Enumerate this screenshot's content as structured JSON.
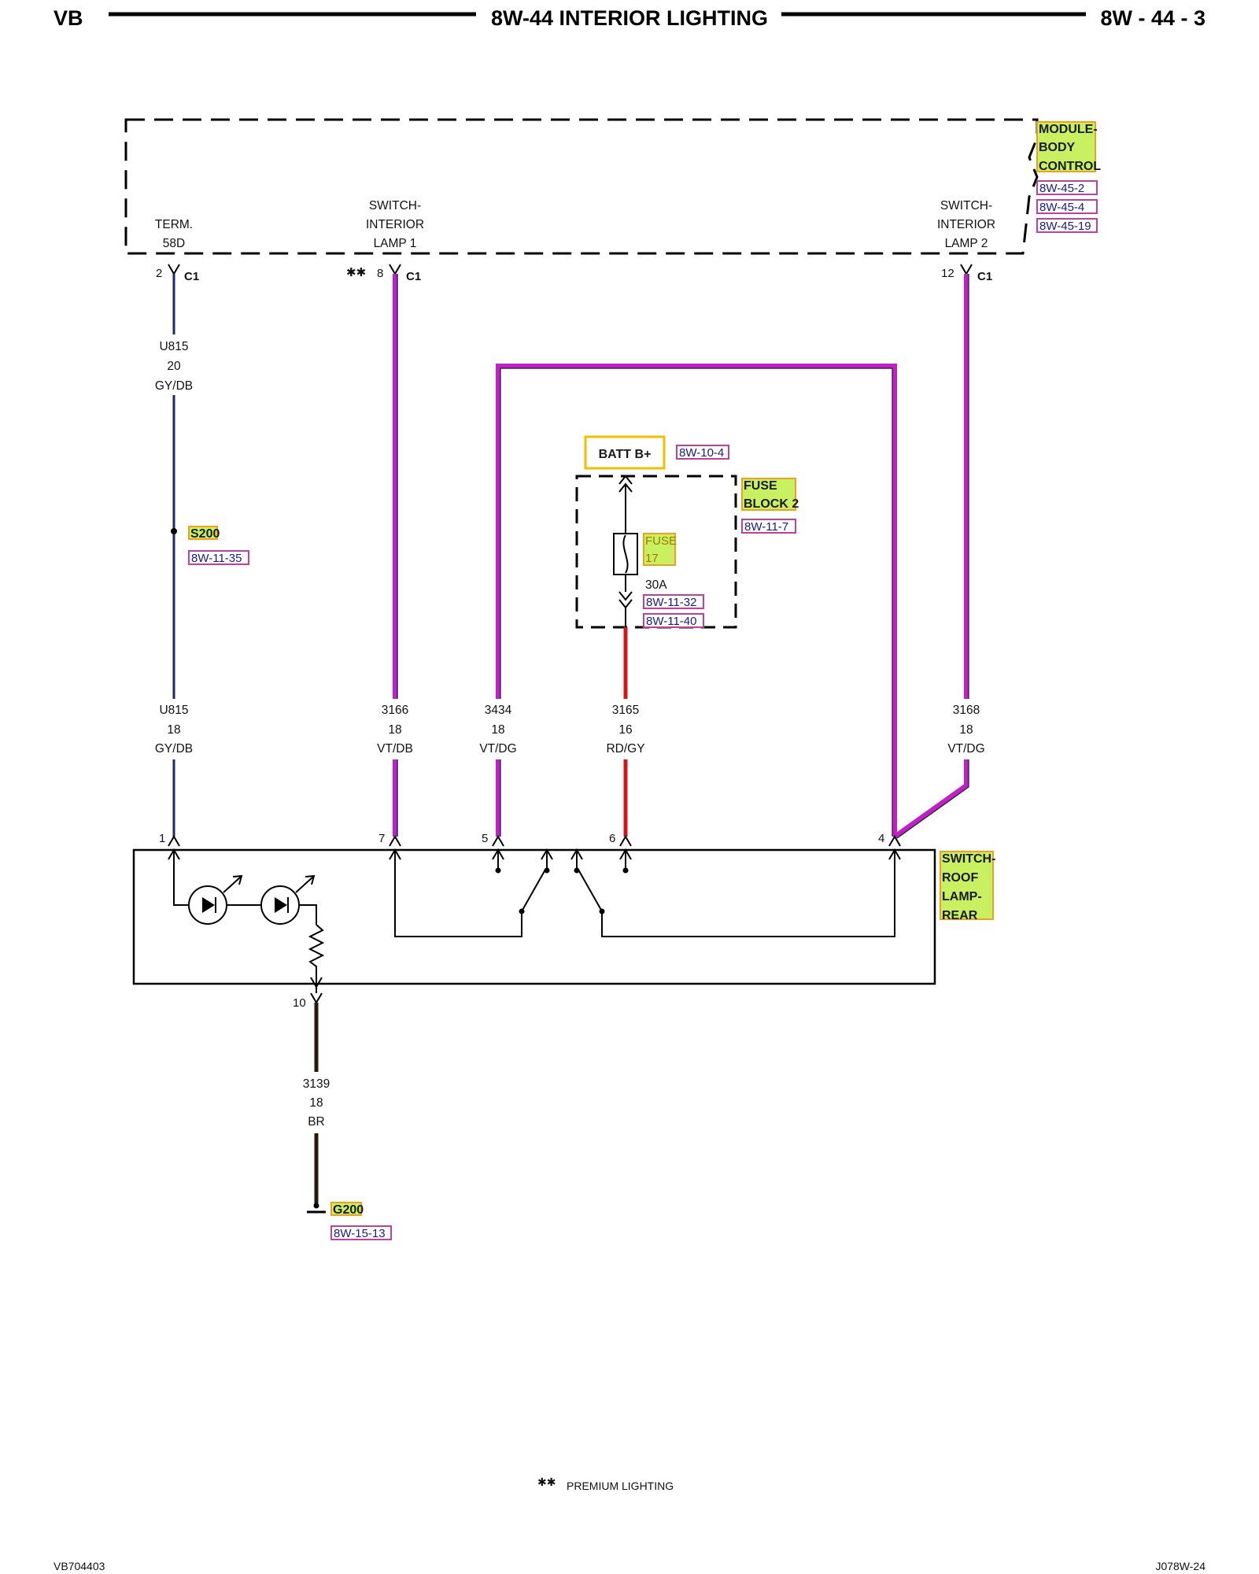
{
  "header": {
    "left": "VB",
    "title": "8W-44 INTERIOR LIGHTING",
    "page": "8W - 44 - 3"
  },
  "footer": {
    "left": "VB704403",
    "right": "J078W-24",
    "note_mark": "✱✱",
    "note_text": "PREMIUM LIGHTING"
  },
  "module": {
    "name": [
      "MODULE-",
      "BODY",
      "CONTROL"
    ],
    "refs": [
      "8W-45-2",
      "8W-45-4",
      "8W-45-19"
    ],
    "term_label": [
      "TERM.",
      "58D"
    ],
    "sw1_label": [
      "SWITCH-",
      "INTERIOR",
      "LAMP 1"
    ],
    "sw2_label": [
      "SWITCH-",
      "INTERIOR",
      "LAMP 2"
    ],
    "pin_a": "2",
    "pin_b": "8",
    "pin_c": "12",
    "connector": "C1",
    "premium_mark": "✱✱"
  },
  "wires": {
    "u815_top": [
      "U815",
      "20",
      "GY/DB"
    ],
    "u815_bottom": [
      "U815",
      "18",
      "GY/DB"
    ],
    "w3166": [
      "3166",
      "18",
      "VT/DB"
    ],
    "w3434": [
      "3434",
      "18",
      "VT/DG"
    ],
    "w3165": [
      "3165",
      "16",
      "RD/GY"
    ],
    "w3168": [
      "3168",
      "18",
      "VT/DG"
    ],
    "w3139": [
      "3139",
      "18",
      "BR"
    ]
  },
  "splice": {
    "name": "S200",
    "ref": "8W-11-35"
  },
  "battery": {
    "label": "BATT B+",
    "ref": "8W-10-4"
  },
  "fuse_block": {
    "name": [
      "FUSE",
      "BLOCK 2"
    ],
    "ref": "8W-11-7",
    "fuse_name": [
      "FUSE",
      "17"
    ],
    "rating": "30A",
    "refs": [
      "8W-11-32",
      "8W-11-40"
    ]
  },
  "roof_switch": {
    "name": [
      "SWITCH-",
      "ROOF",
      "LAMP-",
      "REAR"
    ],
    "pins": [
      "1",
      "7",
      "5",
      "6",
      "4",
      "10"
    ]
  },
  "ground": {
    "name": "G200",
    "ref": "8W-15-13"
  },
  "colors": {
    "gy_db": "#1c2a6e",
    "violet": "#c020c8",
    "red": "#d01818",
    "brown": "#2a1a08",
    "highlight": "#c8f060",
    "highlight_border": "#f0a020",
    "ref_border": "#c040a0"
  }
}
